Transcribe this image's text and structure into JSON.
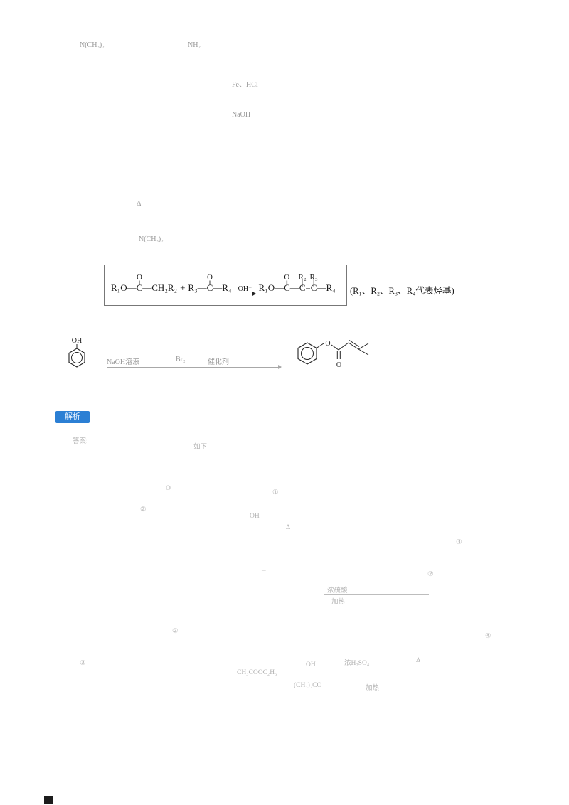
{
  "page": {
    "background": "#ffffff",
    "accent_blue": "#2b7fd4"
  },
  "faint_top": {
    "amine1": "N(CH₃)₂",
    "amine2": "NH₂",
    "cond1": "Fe、HCl",
    "cond2": "NaOH",
    "delta": "Δ",
    "amine3": "N(CH₃)₂"
  },
  "reaction": {
    "t1": "R₁O—",
    "c": "C",
    "o": "O",
    "dbl": "‖",
    "sgl": "│",
    "t2": "—CH₂R₂",
    "plus": "+",
    "t3": "R₃—",
    "t4": "—R₄",
    "arrow_label": "OH⁻",
    "t5": "R₁O—",
    "dash": "—",
    "eq_bond": "=",
    "r2": "R₂",
    "r3": "R₃",
    "t7": "—R₄",
    "note": "(R₁、R₂、R₃、R₄代表烃基)"
  },
  "scheme2": {
    "oh": "OH",
    "reagent1": "NaOH溶液",
    "reagent2": "Br₂",
    "reagent3": "催化剂",
    "o1": "O",
    "o2": "O"
  },
  "solution": {
    "badge": "解析",
    "s1": "答案:",
    "s2": "如下",
    "s3": "O",
    "s4": "①",
    "s5": "②",
    "s6": "OH",
    "s7": "→",
    "s8": "Δ",
    "s9": "③",
    "s10": "→",
    "s11": "②",
    "cond_top": "浓硫酸",
    "cond_bottom": "加热",
    "s12": "②",
    "s13": "④",
    "s14": "③",
    "s15": "CH₃COOC₂H₅",
    "s16": "OH⁻",
    "s17": "浓H₂SO₄",
    "s18": "Δ",
    "s19": "(CH₃)₂CO",
    "s20": "加热"
  }
}
